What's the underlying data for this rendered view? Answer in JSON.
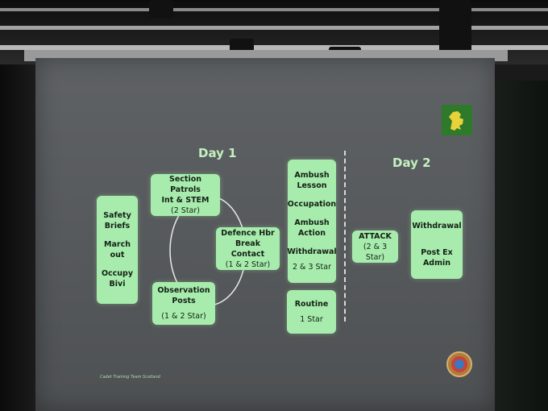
{
  "slide": {
    "day1_title": "Day 1",
    "day2_title": "Day 2",
    "footer": "Cadet Training Team Scotland",
    "safety": {
      "l1": "Safety",
      "l2": "Briefs",
      "l3": "March",
      "l4": "out",
      "l5": "Occupy",
      "l6": "Bivi"
    },
    "patrols": {
      "l1": "Section Patrols",
      "l2": "Int & STEM",
      "sub": "(2 Star)"
    },
    "defence": {
      "l1": "Defence Hbr",
      "l2": "Break Contact",
      "sub": "(1 & 2 Star)"
    },
    "obs": {
      "l1": "Observation",
      "l2": "Posts",
      "sub": "(1 & 2 Star)"
    },
    "ambush": {
      "l1": "Ambush",
      "l2": "Lesson",
      "l3": "Occupation",
      "l4": "Ambush",
      "l5": "Action",
      "l6": "Withdrawal",
      "sub": "2 & 3 Star"
    },
    "routine": {
      "l1": "Routine",
      "sub": "1 Star"
    },
    "attack": {
      "l1": "ATTACK",
      "sub": "(2 & 3 Star)"
    },
    "withdrawal": {
      "l1": "Withdrawal",
      "l2": "Post Ex",
      "l3": "Admin"
    }
  },
  "colors": {
    "box_fill": "#a7ecad",
    "title_text": "#c4f0c0",
    "screen": "#5a5d60"
  },
  "icons": {
    "top_right": "lion-rampant-crest-icon",
    "bottom_right": "round-badge-icon"
  }
}
